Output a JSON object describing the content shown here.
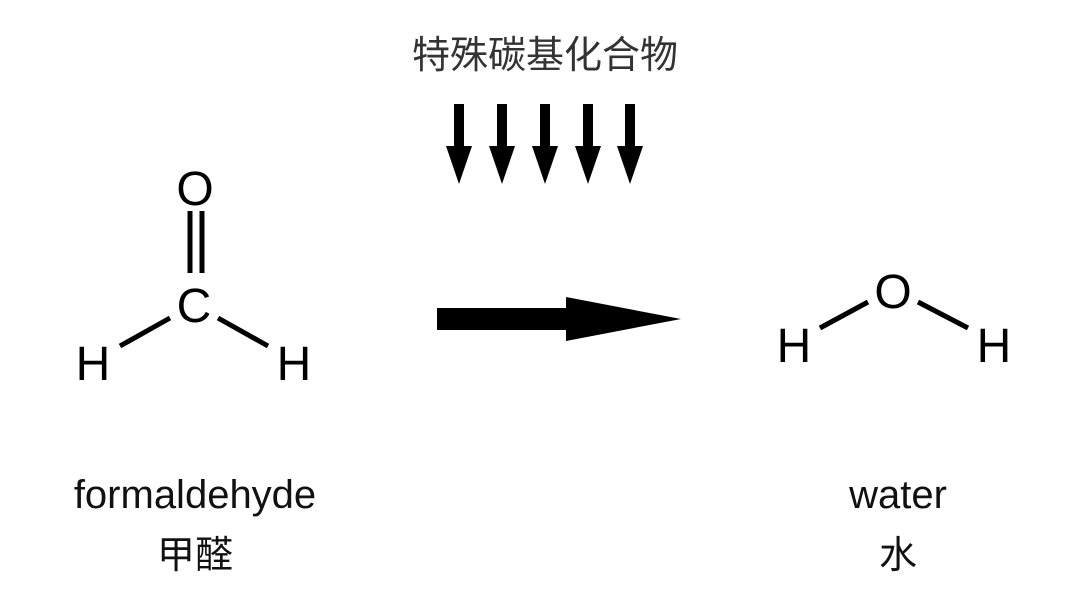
{
  "reagent": {
    "label": "特殊碳基化合物"
  },
  "reactant": {
    "atoms": {
      "oxygen": "O",
      "carbon": "C",
      "hydrogen_left": "H",
      "hydrogen_right": "H"
    },
    "name_en": "formaldehyde",
    "name_zh": "甲醛"
  },
  "product": {
    "atoms": {
      "oxygen": "O",
      "hydrogen_left": "H",
      "hydrogen_right": "H"
    },
    "name_en": "water",
    "name_zh": "水"
  },
  "colors": {
    "ink": "#000000",
    "label": "#111111",
    "reagent_text": "#333333",
    "background": "#ffffff"
  }
}
